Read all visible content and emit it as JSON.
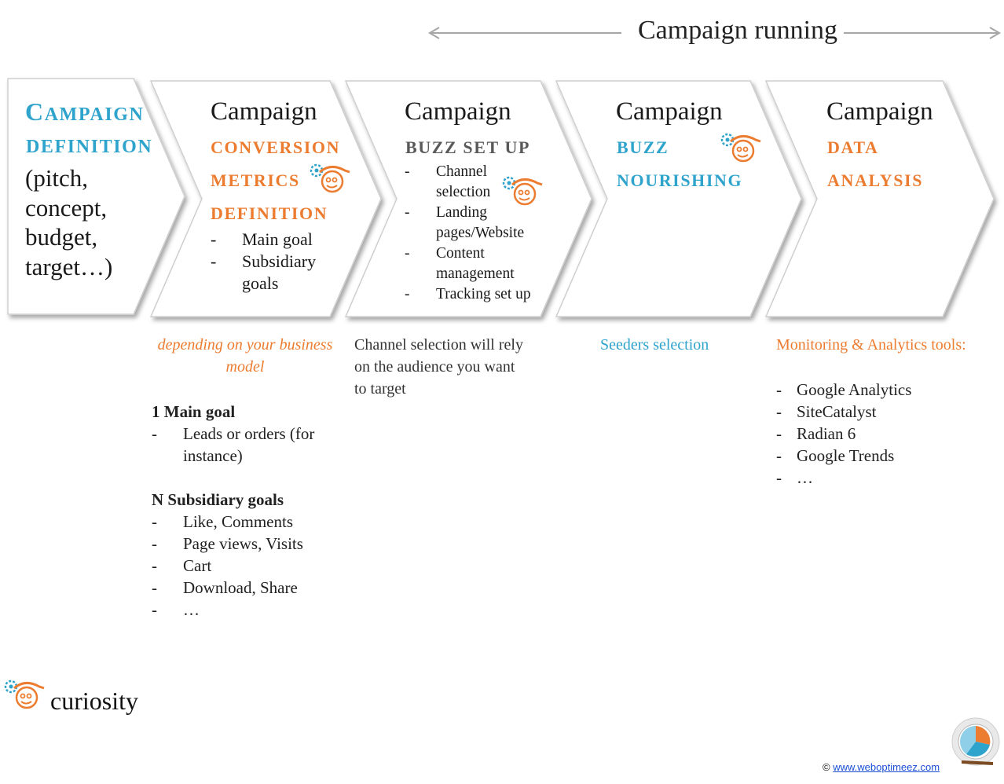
{
  "header": {
    "running_label": "Campaign running"
  },
  "steps": [
    {
      "id": "definition",
      "caps_word_first": "C",
      "caps_word_rest": "AMPAIGN",
      "caps_line2": "DEFINITION",
      "body_lines": "(pitch,\nconcept,\nbudget,\ntarget…)"
    },
    {
      "id": "conversion",
      "title": "Campaign",
      "caps_lines": [
        "CONVERSION",
        "METRICS",
        "DEFINITION"
      ],
      "items": [
        "Main goal",
        "Subsidiary goals"
      ],
      "note": "depending on your business model",
      "note_lines": [
        "depending on your business",
        "model"
      ]
    },
    {
      "id": "buzz-setup",
      "title": "Campaign",
      "caps_lines": [
        "BUZZ SET UP"
      ],
      "items": [
        "Channel selection",
        "Landing pages/Website",
        "Content management",
        "Tracking set up"
      ],
      "note_lines": [
        "Channel selection will rely",
        "on the audience you want",
        "to target"
      ]
    },
    {
      "id": "buzz-nourishing",
      "title": "Campaign",
      "caps_lines": [
        "BUZZ",
        "NOURISHING"
      ],
      "note": "Seeders selection"
    },
    {
      "id": "data-analysis",
      "title": "Campaign",
      "caps_lines": [
        "DATA",
        "ANALYSIS"
      ],
      "note": "Monitoring & Analytics tools:",
      "items": [
        "Google Analytics",
        "SiteCatalyst",
        "Radian 6",
        "Google Trends",
        "…"
      ]
    }
  ],
  "goals": {
    "main_heading": "1 Main goal",
    "main_items": [
      "Leads or orders (for instance)"
    ],
    "sub_heading": "N Subsidiary goals",
    "sub_items": [
      "Like, Comments",
      "Page views, Visits",
      "Cart",
      "Download, Share",
      "…"
    ]
  },
  "footer": {
    "brand": "curiosity",
    "copyright_symbol": "©",
    "link": "www.weboptimeez.com"
  },
  "colors": {
    "blue": "#2ea3cc",
    "orange": "#ec7c30",
    "grey": "#595959"
  },
  "icons": [
    "mascot-icon",
    "pie-chart-logo-icon"
  ]
}
